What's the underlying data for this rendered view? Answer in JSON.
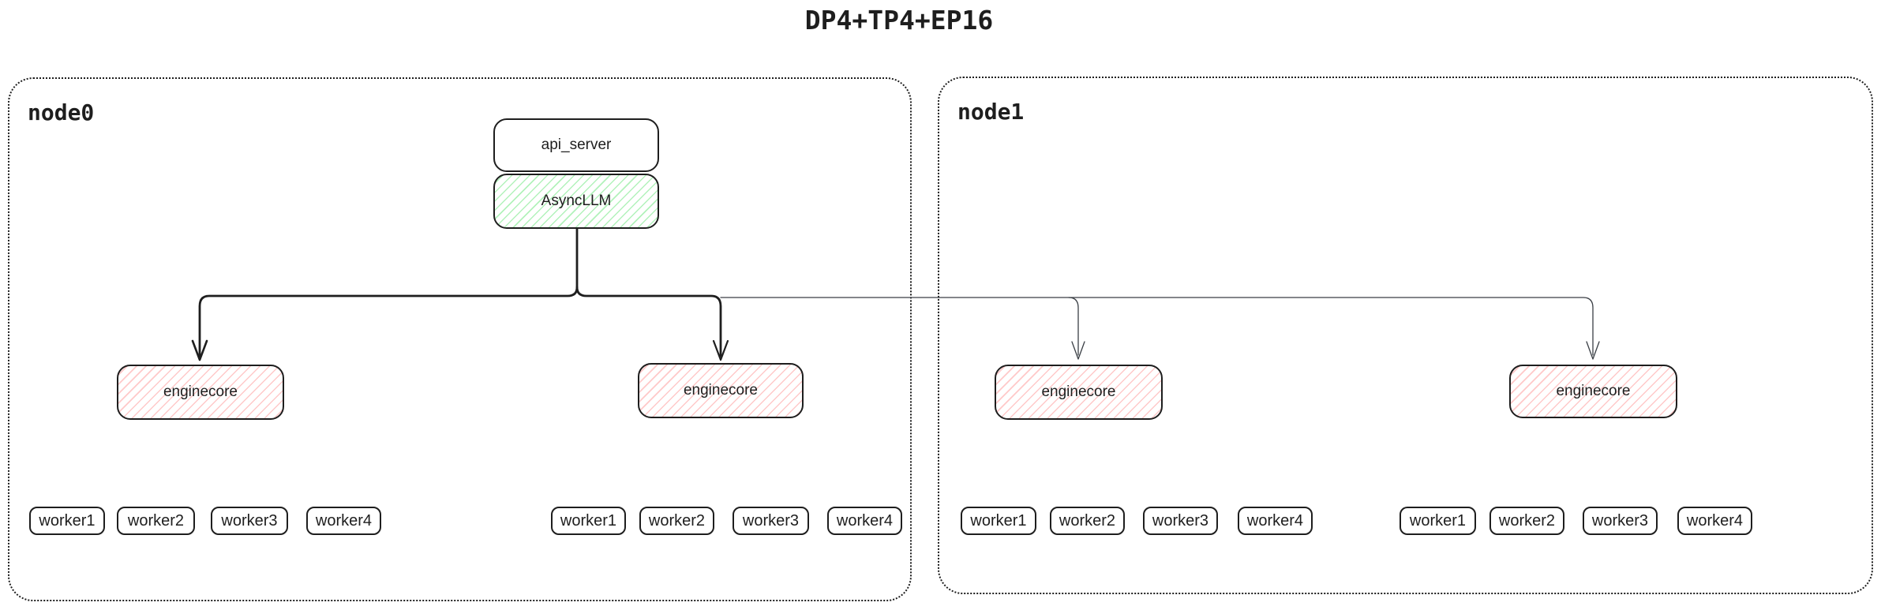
{
  "title": "DP4+TP4+EP16",
  "nodes": [
    {
      "label": "node0"
    },
    {
      "label": "node1"
    }
  ],
  "boxes": {
    "api_server": "api_server",
    "async_llm": "AsyncLLM"
  },
  "enginecores": [
    "enginecore",
    "enginecore",
    "enginecore",
    "enginecore"
  ],
  "worker_groups": [
    [
      "worker1",
      "worker2",
      "worker3",
      "worker4"
    ],
    [
      "worker1",
      "worker2",
      "worker3",
      "worker4"
    ],
    [
      "worker1",
      "worker2",
      "worker3",
      "worker4"
    ],
    [
      "worker1",
      "worker2",
      "worker3",
      "worker4"
    ]
  ],
  "colors": {
    "stroke": "#1e1e1e",
    "async_llm_hatch": "#b2f2bb",
    "enginecore_hatch": "#ffc9c9"
  }
}
